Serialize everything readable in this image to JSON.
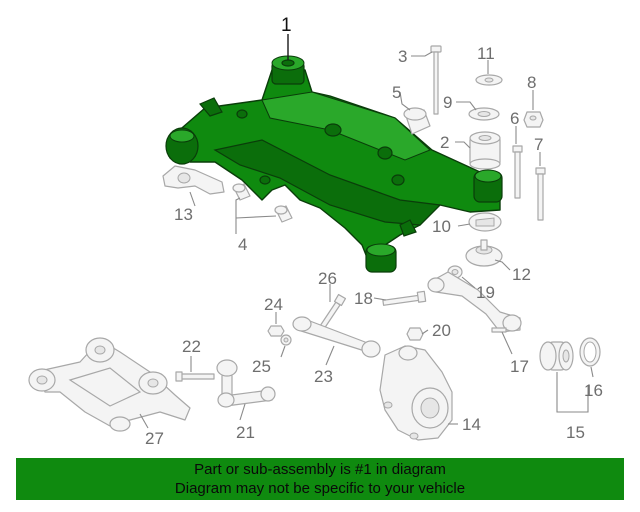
{
  "callouts": {
    "c1": "1",
    "c2": "2",
    "c3": "3",
    "c4": "4",
    "c5": "5",
    "c6": "6",
    "c7": "7",
    "c8": "8",
    "c9": "9",
    "c10": "10",
    "c11": "11",
    "c12": "12",
    "c13": "13",
    "c14": "14",
    "c15": "15",
    "c16": "16",
    "c17": "17",
    "c18": "18",
    "c19": "19",
    "c20": "20",
    "c21": "21",
    "c22": "22",
    "c23": "23",
    "c24": "24",
    "c25": "25",
    "c26": "26",
    "c27": "27"
  },
  "banner": {
    "line1": "Part or sub-assembly is #1 in diagram",
    "line2": "Diagram may not be specific to your vehicle"
  },
  "colors": {
    "highlight": "#0f8a0f",
    "banner_bg": "#0f8a0f",
    "part_stroke": "#a8a8a8",
    "label_gray": "#6e6e6e"
  }
}
